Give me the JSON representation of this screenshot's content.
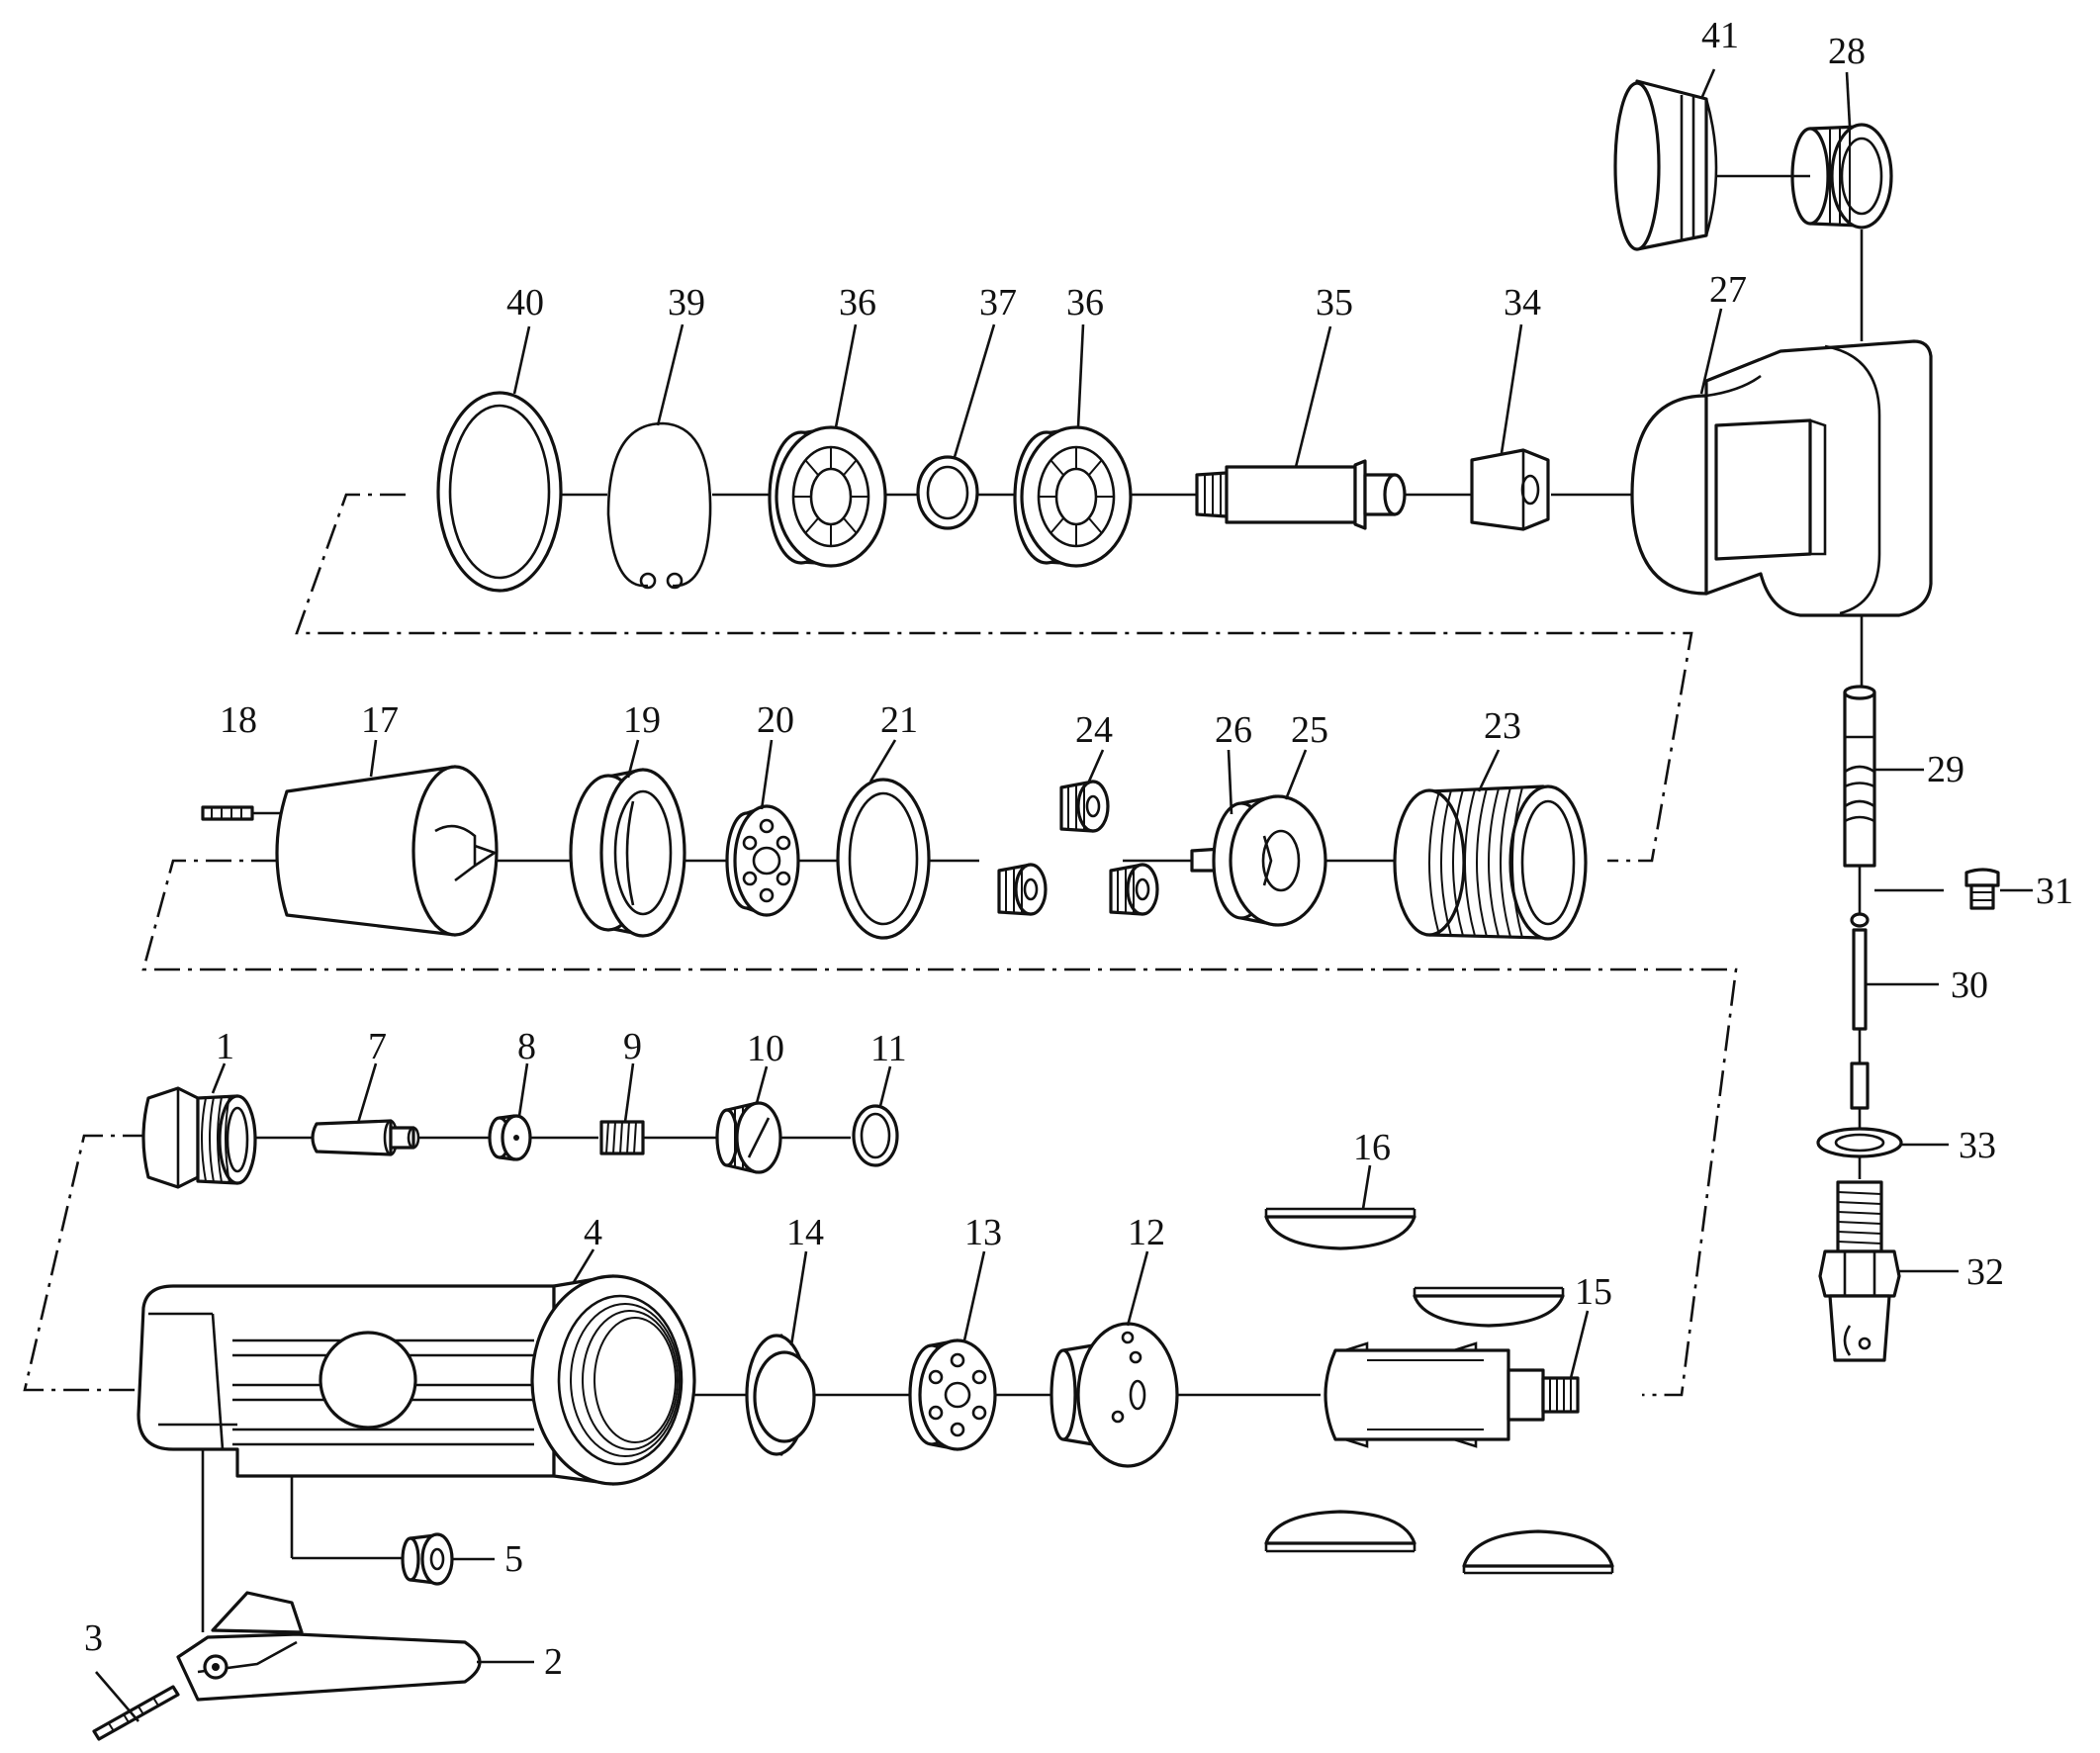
{
  "labels": {
    "p1": "1",
    "p2": "2",
    "p3": "3",
    "p4": "4",
    "p5": "5",
    "p7": "7",
    "p8": "8",
    "p9": "9",
    "p10": "10",
    "p11": "11",
    "p12": "12",
    "p13": "13",
    "p14": "14",
    "p15": "15",
    "p16": "16",
    "p17": "17",
    "p18": "18",
    "p19": "19",
    "p20": "20",
    "p21": "21",
    "p23": "23",
    "p24": "24",
    "p25": "25",
    "p26": "26",
    "p27": "27",
    "p28": "28",
    "p29": "29",
    "p30": "30",
    "p31": "31",
    "p32": "32",
    "p33": "33",
    "p34": "34",
    "p35": "35",
    "p36a": "36",
    "p36b": "36",
    "p37": "37",
    "p39": "39",
    "p40": "40",
    "p41": "41"
  }
}
